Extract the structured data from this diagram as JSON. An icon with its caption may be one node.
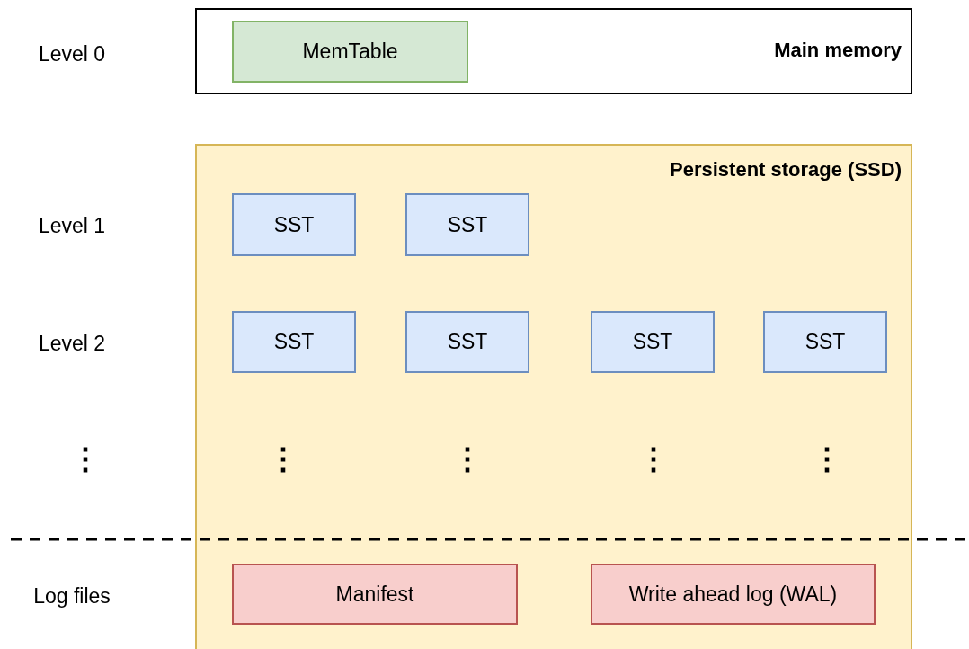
{
  "diagram": {
    "nodes": [
      {
        "text": [
          "Main memory"
        ]
      },
      {
        "text": [
          "MemTable"
        ],
        "in": 0
      },
      {
        "text": [
          "Persistent storage (SSD)"
        ]
      },
      {
        "text": [
          "SST"
        ],
        "in": 2
      },
      {
        "text": [
          "SST"
        ],
        "in": 2
      },
      {
        "text": [
          "SST"
        ],
        "in": 2
      },
      {
        "text": [
          "SST"
        ],
        "in": 2
      },
      {
        "text": [
          "SST"
        ],
        "in": 2
      },
      {
        "text": [
          "SST"
        ],
        "in": 2
      },
      {
        "text": [
          "Manifest"
        ],
        "in": 2
      },
      {
        "text": [
          "Write ahead log (WAL)"
        ],
        "in": 2
      }
    ],
    "labels": [
      "Level 0",
      "Level 1",
      "Level 2",
      "⋮",
      "⋮",
      "⋮",
      "⋮",
      "⋮",
      "Log files"
    ]
  }
}
